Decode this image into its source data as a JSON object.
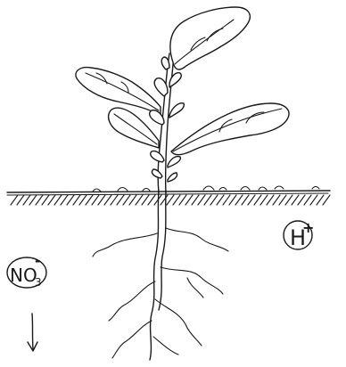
{
  "ions": {
    "hydrogen": {
      "symbol": "H",
      "charge": "+"
    },
    "nitrate": {
      "symbol": "NO",
      "subscript": "3",
      "charge": "-"
    }
  },
  "colors": {
    "ink": "#1a1a1a",
    "background": "#ffffff"
  }
}
